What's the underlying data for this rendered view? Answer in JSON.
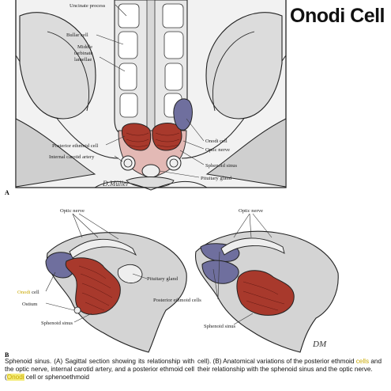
{
  "title": "Onodi Cell",
  "panel_a": {
    "letter": "A",
    "labels": {
      "uncinate": "Uncinate process",
      "bullar": "Bullar cell",
      "middle_turbinate_1": "Middle",
      "middle_turbinate_2": "turbinate",
      "middle_turbinate_3": "lamellae",
      "posterior_ethmoid": "Posterior ethmoid cell",
      "internal_carotid": "Internal carotid artery",
      "onodi": "Onodi cell",
      "optic_nerve": "Optic nerve",
      "sphenoid_sinus": "Sphenoid sinus",
      "pituitary": "Pituitary gland"
    },
    "signature": "D.Müller"
  },
  "panel_b": {
    "letter": "B",
    "left": {
      "optic_nerve": "Optic nerve",
      "pituitary": "Pituitary gland",
      "onodi_word": "Onodi",
      "onodi_rest": " cell",
      "ostium": "Ostium",
      "sphenoid_sinus": "Sphenoid sinus"
    },
    "right": {
      "optic_nerve": "Optic nerve",
      "posterior_ethmoid": "Posterior ethmoid cells",
      "sphenoid_sinus": "Sphenoid sinus"
    }
  },
  "caption": {
    "part1": "Sphenoid sinus. (A) Sagittal section showing its relationship with the optic nerve, internal carotid artery, and a posterior ethmoid cell (",
    "onodi": "Onodi",
    "part2": " cell or sphenoethmoid",
    "part3": "cell). (B) Anatomical variations of the posterior ethmoid ",
    "cells": "cells",
    "part4": " and their relationship with the sphenoid sinus and the optic nerve."
  },
  "colors": {
    "sinus_red": "#a8392c",
    "onodi_blue": "#6f6f9e",
    "bone_gray": "#d4d4d4",
    "pink": "#e3b9b5"
  }
}
